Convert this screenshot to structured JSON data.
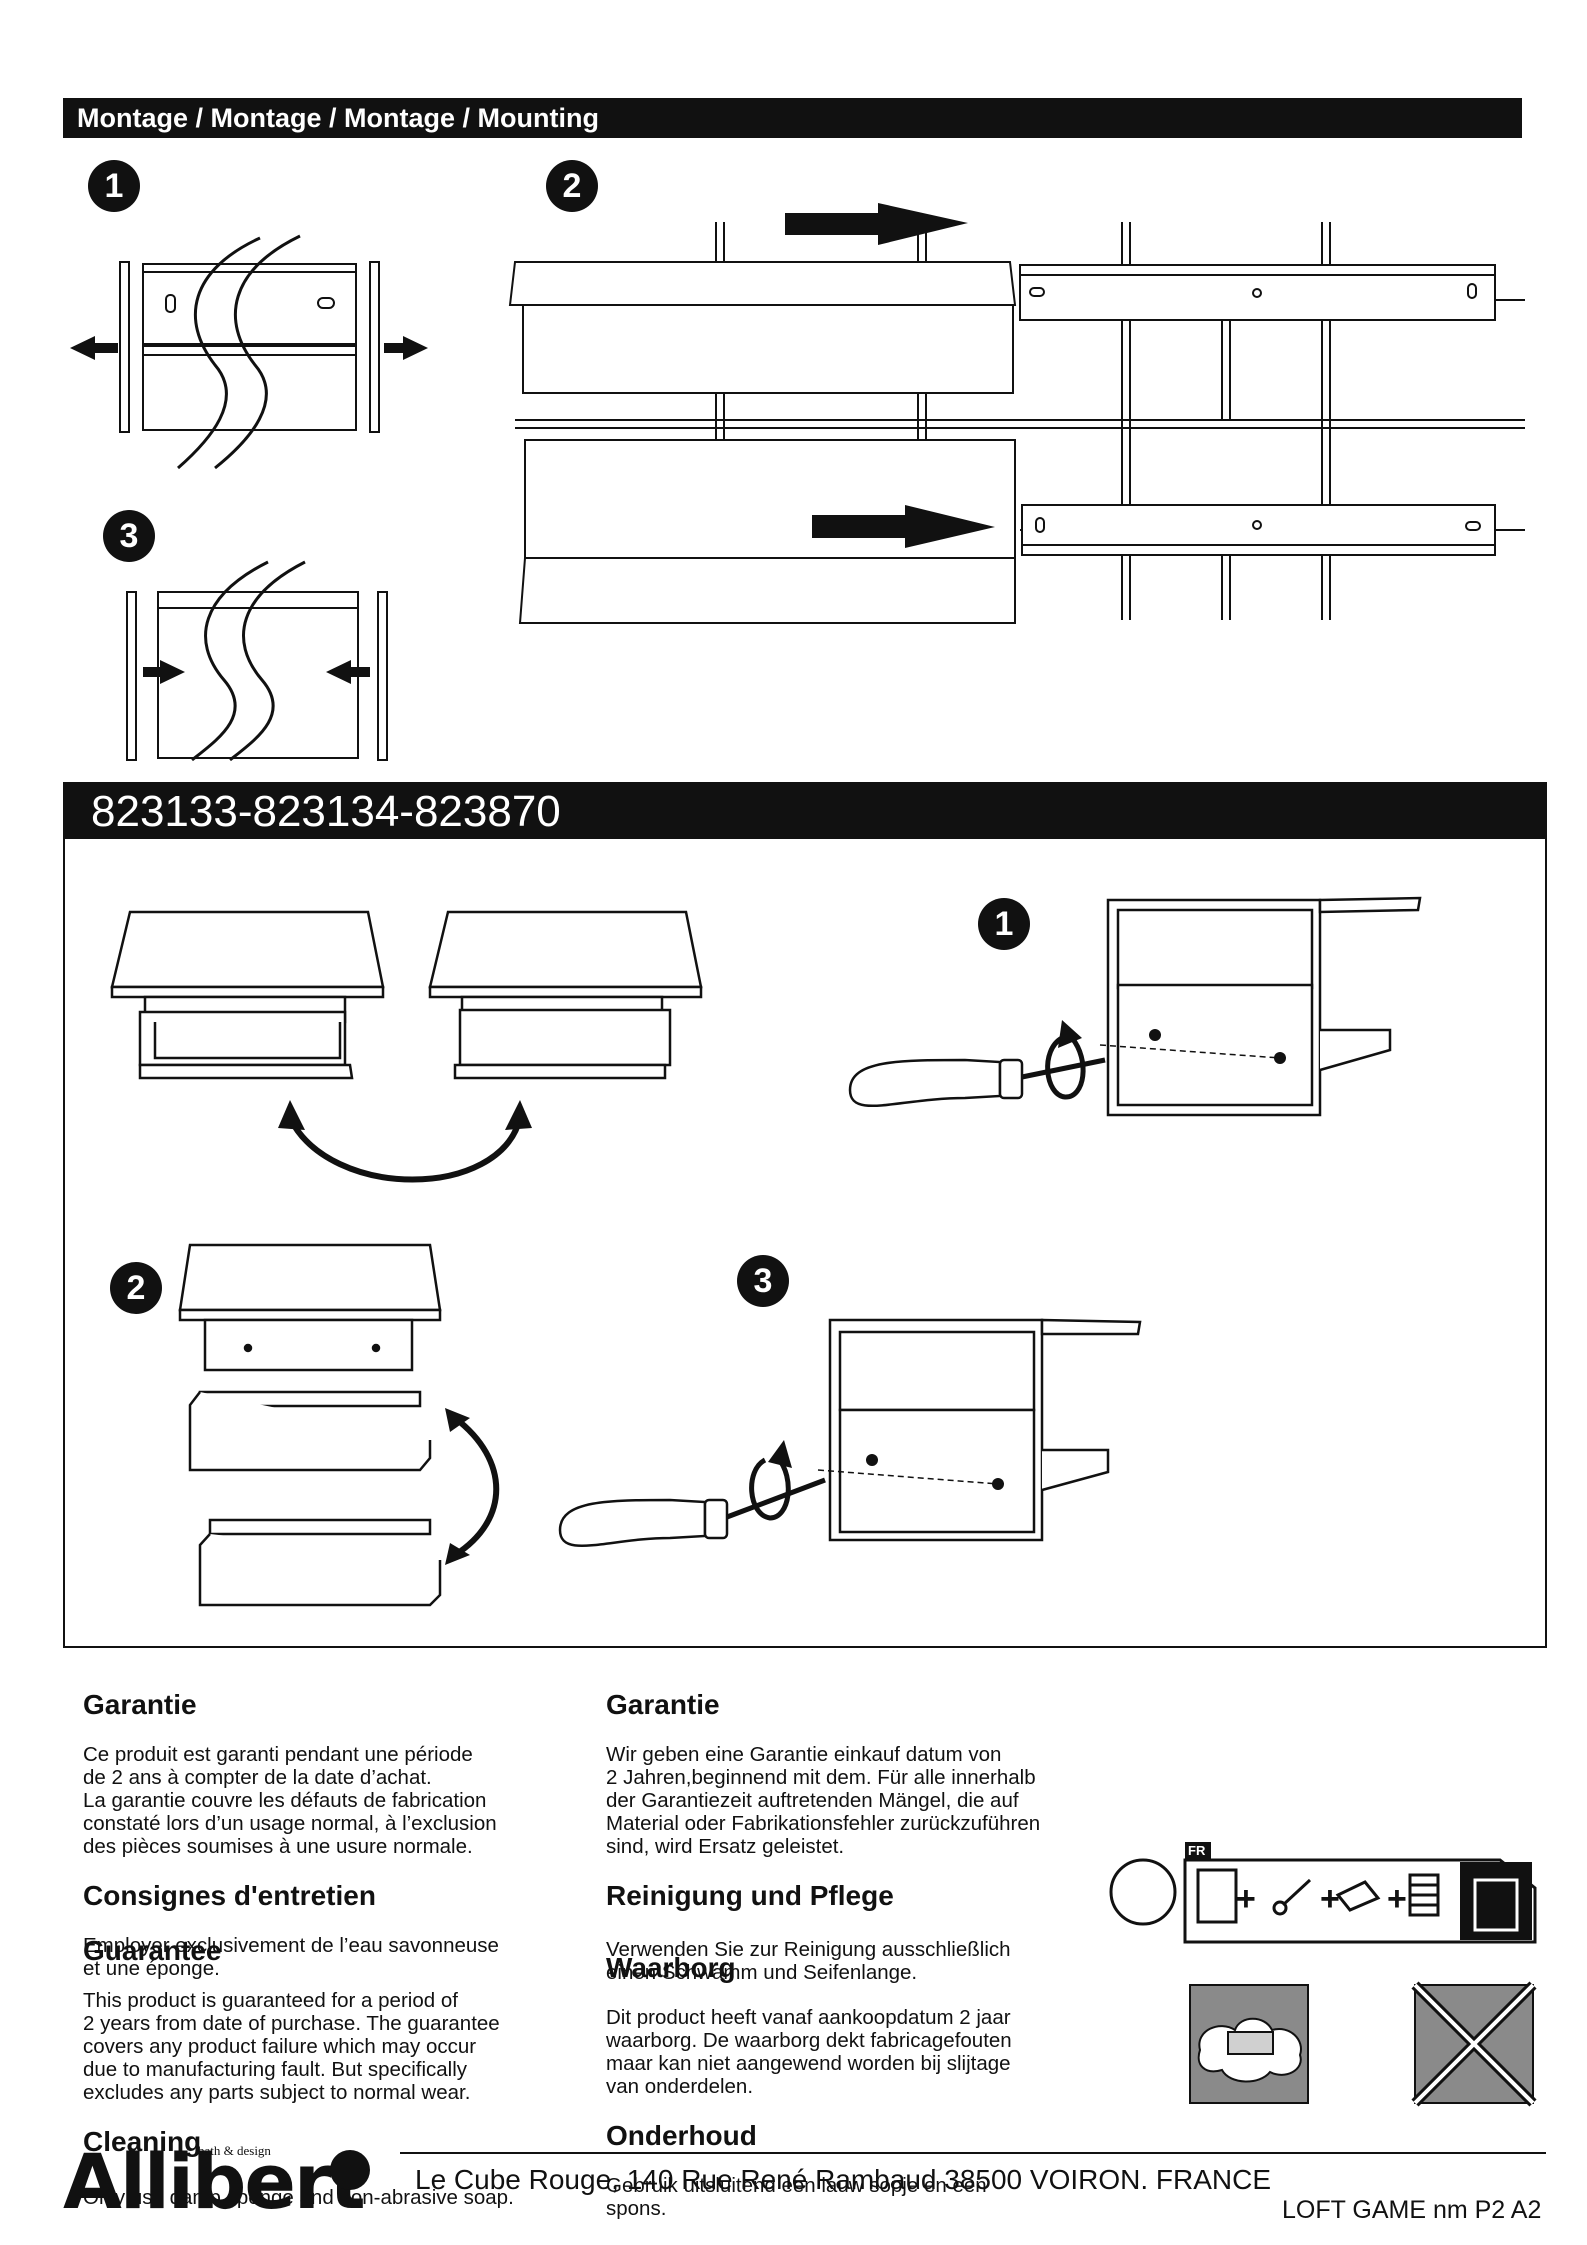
{
  "header": {
    "title": "Montage / Montage / Montage / Mounting"
  },
  "model": {
    "codes": "823133-823134-823870"
  },
  "steps": {
    "s1": "1",
    "s2": "2",
    "s3": "3"
  },
  "text": {
    "fr": {
      "warranty_title": "Garantie",
      "warranty_body": "Ce produit est garanti pendant une période\nde 2 ans à compter de la date d’achat.\nLa garantie couvre les défauts de fabrication\nconstaté lors d’un usage normal, à l’exclusion\ndes pièces soumises à une usure normale.",
      "care_title": "Consignes d'entretien",
      "care_body": "Employer exclusivement de l’eau savonneuse\net une éponge."
    },
    "en": {
      "warranty_title": "Guarantee",
      "warranty_body": "This product is guaranteed for a period of\n2 years from date of purchase. The guarantee\ncovers any product failure which may occur\ndue to manufacturing fault. But specifically\nexcludes any parts subject to normal wear.",
      "care_title": "Cleaning",
      "care_body": "Only use damp sponge and non-abrasive soap."
    },
    "de": {
      "warranty_title": "Garantie",
      "warranty_body": "Wir geben eine Garantie einkauf datum von\n2 Jahren,beginnend mit dem. Für alle innerhalb\nder Garantiezeit auftretenden Mängel, die auf\nMaterial oder Fabrikationsfehler zurückzuführen\nsind, wird Ersatz geleistet.",
      "care_title": "Reinigung und Pflege",
      "care_body": "Verwenden Sie zur Reinigung ausschließlich\neinen Schwamm und Seifenlange."
    },
    "nl": {
      "warranty_title": "Waarborg",
      "warranty_body": "Dit product heeft vanaf aankoopdatum 2 jaar\nwaarborg. De waarborg dekt fabricagefouten\nmaar kan niet aangewend worden bij slijtage\nvan onderdelen.",
      "care_title": "Onderhoud",
      "care_body": "Gebruik uitsluitend een lauw sopje en een\nspons."
    }
  },
  "recycle": {
    "country_badge": "FR"
  },
  "footer": {
    "brand": "Allibert",
    "brand_sub": "bath & design",
    "address": "Le Cube Rouge, 140 Rue René Rambaud 38500 VOIRON. FRANCE",
    "doc_ref": "LOFT GAME nm P2 A2"
  },
  "icons": [
    "arrow-left-icon",
    "arrow-right-icon",
    "screwdriver-icon",
    "rotate-arrow-icon",
    "swap-arrow-icon",
    "triman-icon",
    "recycle-bin-icon",
    "sponge-icon",
    "no-abrasive-icon"
  ],
  "colors": {
    "ink": "#111111",
    "paper": "#ffffff",
    "panel_grey": "#8a8a8a"
  }
}
